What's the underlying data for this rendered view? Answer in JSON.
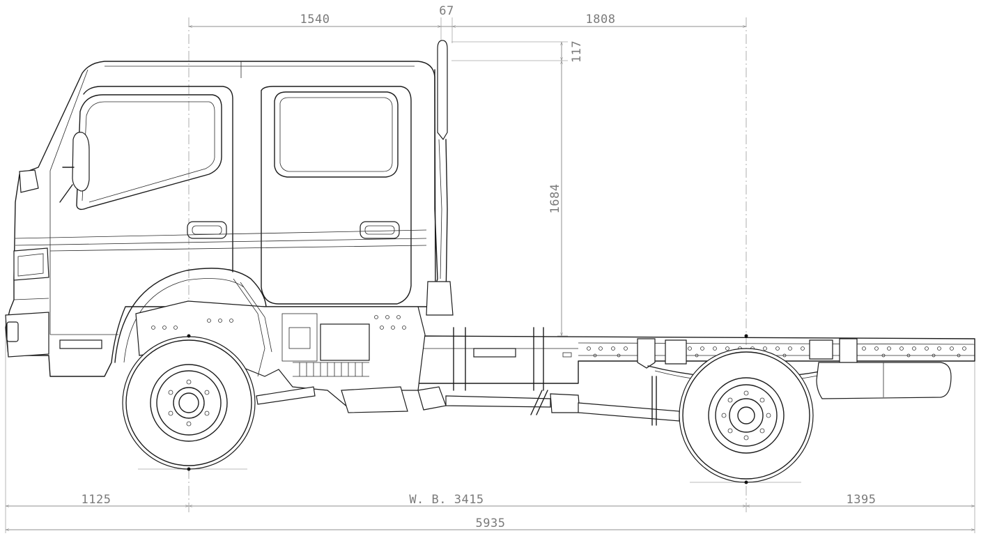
{
  "dimensions": {
    "cab_to_stack": "1540",
    "stack_gap": "67",
    "stack_to_axle": "1808",
    "stack_top": "117",
    "frame_height": "1684",
    "front_overhang": "1125",
    "wheelbase": "W. B. 3415",
    "rear_overhang": "1395",
    "overall_length": "5935"
  },
  "colors": {
    "line": "#1c1c1c",
    "dimension": "#8f8f8f"
  }
}
